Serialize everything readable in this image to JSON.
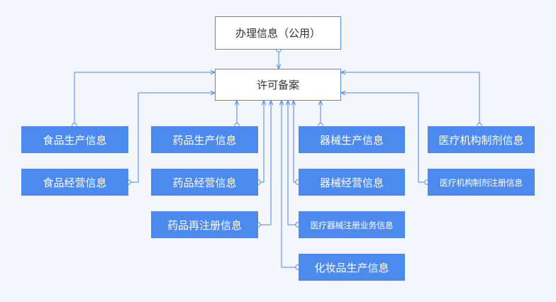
{
  "colors": {
    "background": "#f3f6fb",
    "node_blue": "#4d8aee",
    "line": "#4f88e8",
    "top_node_bg": "#ffffff"
  },
  "nodes": {
    "handling_info": "办理信息（公用）",
    "license_filing": "许可备案",
    "food_production": "食品生产信息",
    "food_operation": "食品经营信息",
    "drug_production": "药品生产信息",
    "drug_operation": "药品经营信息",
    "drug_reregistration": "药品再注册信息",
    "device_production": "器械生产信息",
    "device_operation": "器械经营信息",
    "medical_device_registration_business": "医疗器械注册业务信息",
    "cosmetics_production": "化妆品生产信息",
    "medical_institution_preparation": "医疗机构制剂信息",
    "medical_institution_preparation_registration": "医疗机构制剂注册信息"
  }
}
